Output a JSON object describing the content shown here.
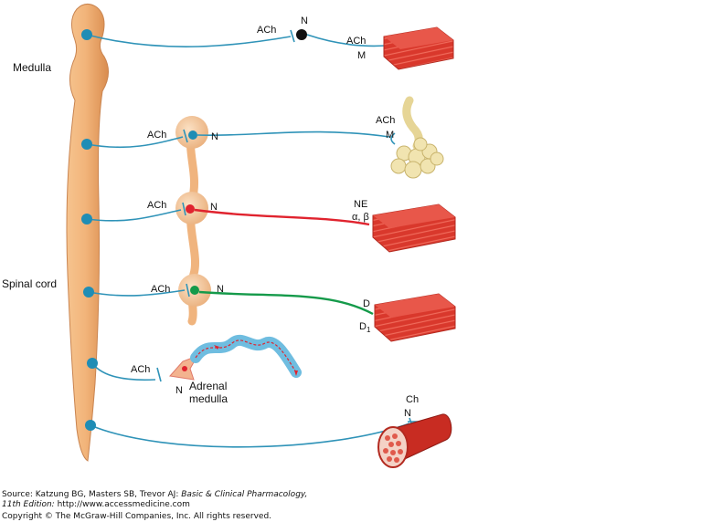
{
  "labels": {
    "medulla": "Medulla",
    "spinal_cord": "Spinal cord",
    "adrenal_line1": "Adrenal",
    "adrenal_line2": "medulla"
  },
  "pathways": [
    {
      "pre_transmitter": "ACh",
      "receptor": "N",
      "post_transmitter": "ACh",
      "target_receptor": "M"
    },
    {
      "pre_transmitter": "ACh",
      "receptor": "N",
      "post_transmitter": "ACh",
      "target_receptor": "M"
    },
    {
      "pre_transmitter": "ACh",
      "receptor": "N",
      "post_transmitter": "NE",
      "target_receptor": "α, β"
    },
    {
      "pre_transmitter": "ACh",
      "receptor": "N",
      "post_transmitter": "D",
      "target_receptor_main": "D",
      "target_receptor_sub": "1"
    },
    {
      "pre_transmitter": "ACh",
      "receptor": "N"
    },
    {
      "post_transmitter": "Ch",
      "target_receptor": "N"
    }
  ],
  "colors": {
    "cholinergic": "#2f93b8",
    "noradrenergic": "#e0232e",
    "dopaminergic": "#159a4a",
    "spinal_cord": "#f2b47a",
    "muscle": "#d9382c",
    "gland": "#f1e4b0",
    "blood": "#6fbde0"
  },
  "source": {
    "line1_prefix": "Source: Katzung BG, Masters SB, Trevor AJ: ",
    "line1_title": "Basic & Clinical Pharmacology,",
    "line2_edition": "11th Edition:",
    "line2_url": " http://www.accessmedicine.com",
    "line3": "Copyright © The McGraw-Hill Companies, Inc. All rights reserved."
  }
}
